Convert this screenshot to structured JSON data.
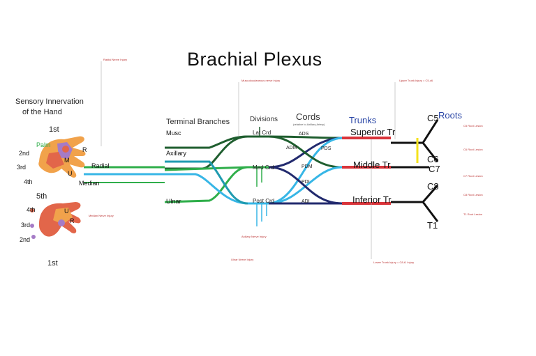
{
  "title": "Brachial Plexus",
  "sections": {
    "roots": "Roots",
    "trunks": "Trunks",
    "cords": "Cords",
    "cords_sub": "(relative to Axillary Artery)",
    "divisions": "Divisions",
    "terminal": "Terminal Branches"
  },
  "sensory": {
    "title_line1": "Sensory Innervation",
    "title_line2": "of the Hand",
    "top_caption": "1st",
    "bottom_caption": "1st",
    "palm": "Palm",
    "fifth": "5th",
    "top_digits": [
      "2nd",
      "3rd",
      "4th"
    ],
    "top_regions": [
      "R",
      "M",
      "U"
    ],
    "bottom_digits": [
      "4th",
      "3rd",
      "2nd"
    ],
    "bottom_regions": [
      "U",
      "R"
    ]
  },
  "roots": [
    "C5",
    "C6",
    "C7",
    "C8",
    "T1"
  ],
  "trunks": [
    "Superior Tr",
    "Middle Tr",
    "Inferior Tr"
  ],
  "cords": [
    "Lat Crd",
    "Med Crd",
    "Post Crd"
  ],
  "divisions": [
    "ADS",
    "ADM",
    "PDS",
    "PDM",
    "PDI",
    "ADI"
  ],
  "nerves": [
    "Musc",
    "Axillary",
    "Radial",
    "Median",
    "Ulnar"
  ],
  "root_notes": {
    "c5": "C5 Root Lesion",
    "c6": "C6 Root Lesion",
    "c7": "C7 Root Lesion",
    "c8": "C8 Root Lesion",
    "t1": "T1 Root Lesion"
  },
  "injuries": {
    "radial": "Radial Nerve Injury",
    "musculocutaneous": "Musculocutaneous nerve injury",
    "upper_trunk": "Upper Trunk Injury = C5-c6",
    "lower_trunk": "Lower Trunk Injury = C8-t1 Injury",
    "median": "Median Nerve Injury",
    "axillary": "Axillary Nerve Injury",
    "ulnar": "Ulnar Nerve Injury"
  },
  "colors": {
    "red": "#d9343a",
    "dark_green": "#1f5e2f",
    "green": "#2fae4a",
    "teal": "#1f9bb0",
    "light_blue": "#37b6e6",
    "navy": "#222a6e",
    "gold": "#e5a628",
    "yellow": "#f4e21c",
    "black": "#111111",
    "hand_orange": "#f1a24b",
    "hand_red": "#e2664a",
    "hand_purple": "#a57bc6"
  }
}
